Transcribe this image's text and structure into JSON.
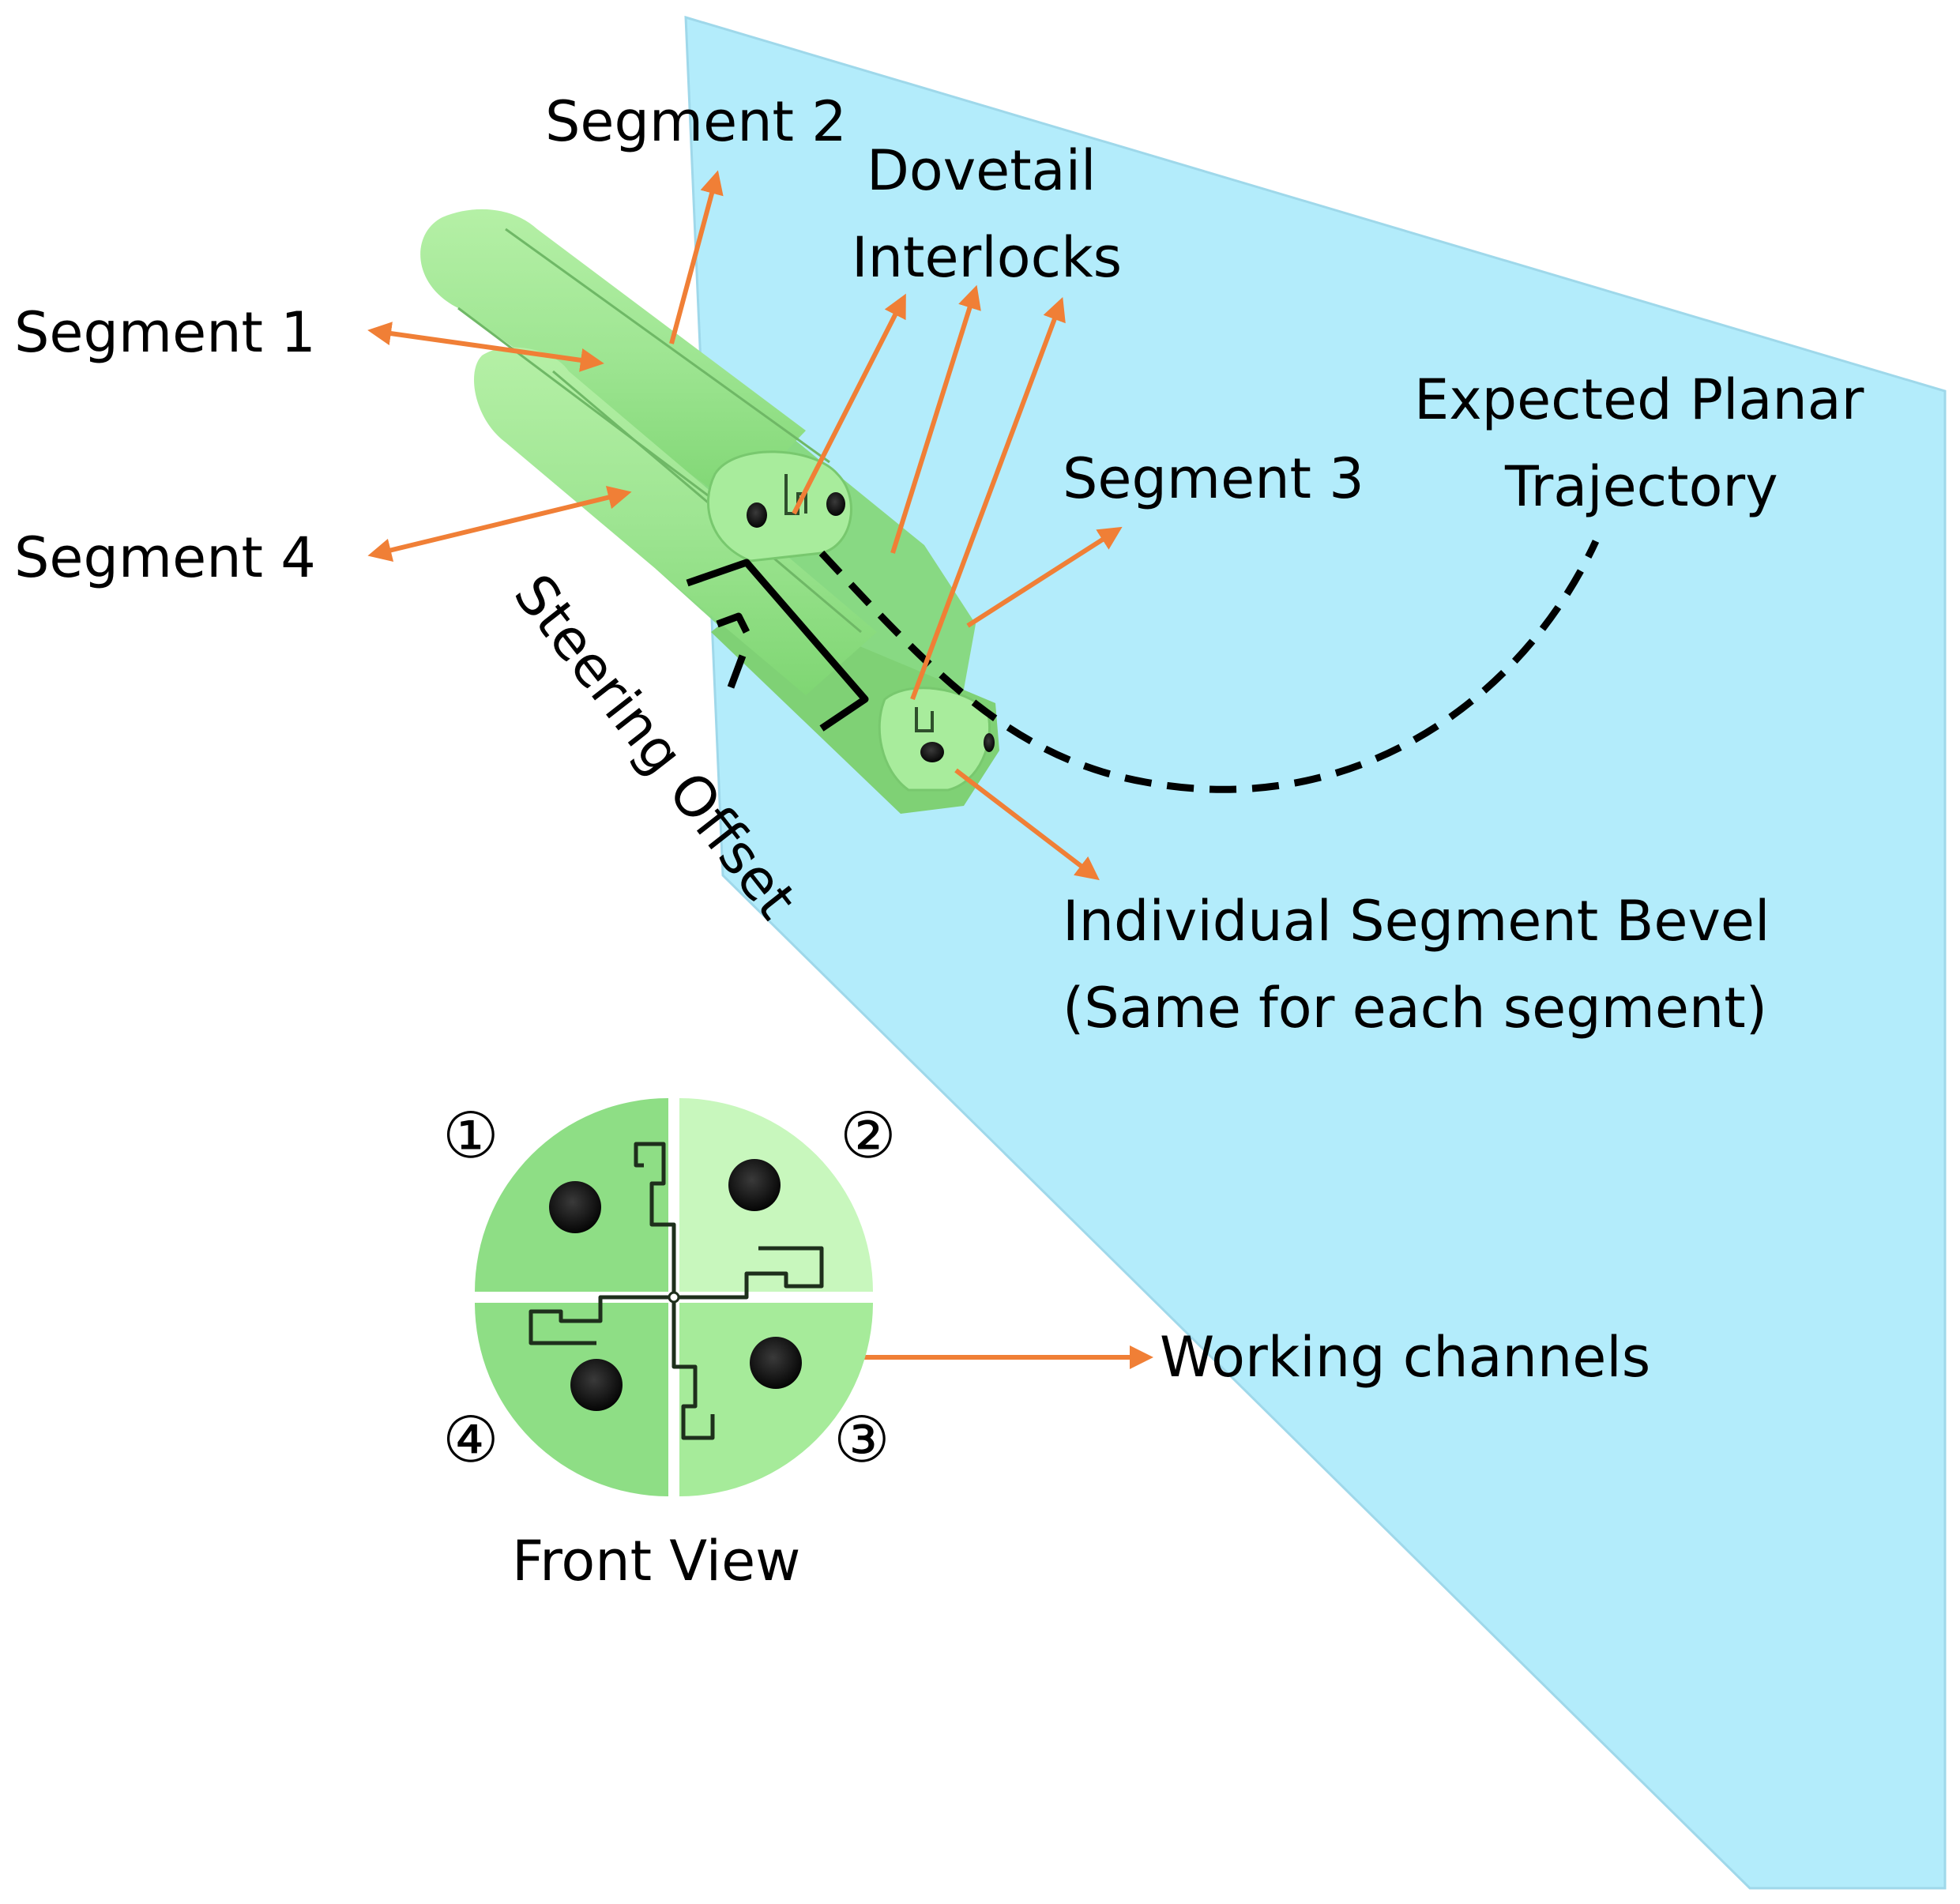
{
  "labels": {
    "segment_1": "Segment 1",
    "segment_2": "Segment 2",
    "segment_3": "Segment 3",
    "segment_4": "Segment 4",
    "dovetail_line1": "Dovetail",
    "dovetail_line2": "Interlocks",
    "trajectory_line1": "Expected Planar",
    "trajectory_line2": "Trajectory",
    "steering_offset": "Steering Offset",
    "bevel_line1": "Individual Segment Bevel",
    "bevel_line2": "(Same for each segment)",
    "working_channels": "Working channels",
    "front_view": "Front View"
  },
  "segment_numbers": [
    "①",
    "②",
    "③",
    "④"
  ],
  "colors": {
    "plane": "#b3ecfb",
    "plane_edge": "#9fd8ea",
    "segment_green_dark": "#8ede85",
    "segment_green_mid": "#a6eb9a",
    "segment_green_light": "#c8f7bd",
    "arrow": "#f07f36",
    "trajectory": "#000000",
    "channel_hole": "#111111"
  }
}
